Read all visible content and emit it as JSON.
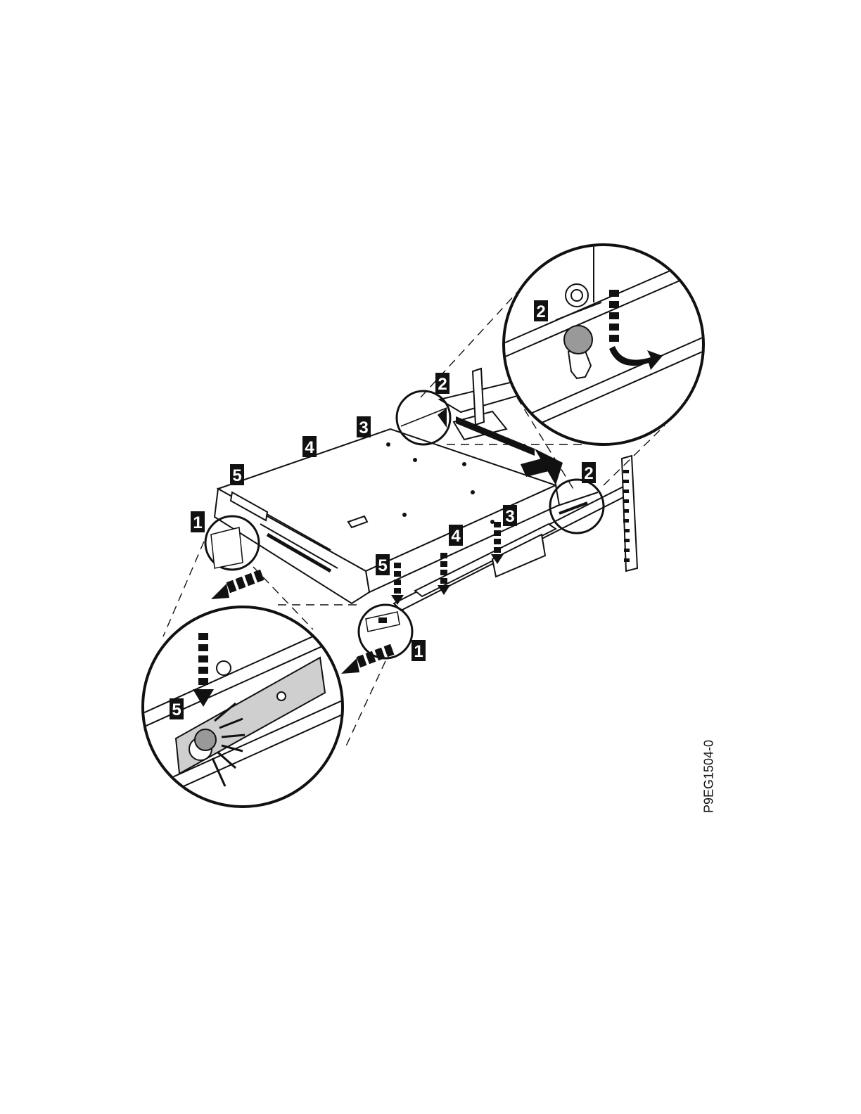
{
  "figure_id": "P9EG1504-0",
  "step_labels": {
    "s1": "1",
    "s2": "2",
    "s3": "3",
    "s4": "4",
    "s5": "5"
  },
  "colors": {
    "ink": "#111111",
    "paper": "#ffffff",
    "latch_gray": "#a9a9a9",
    "plate_gray": "#cfcfcf"
  }
}
